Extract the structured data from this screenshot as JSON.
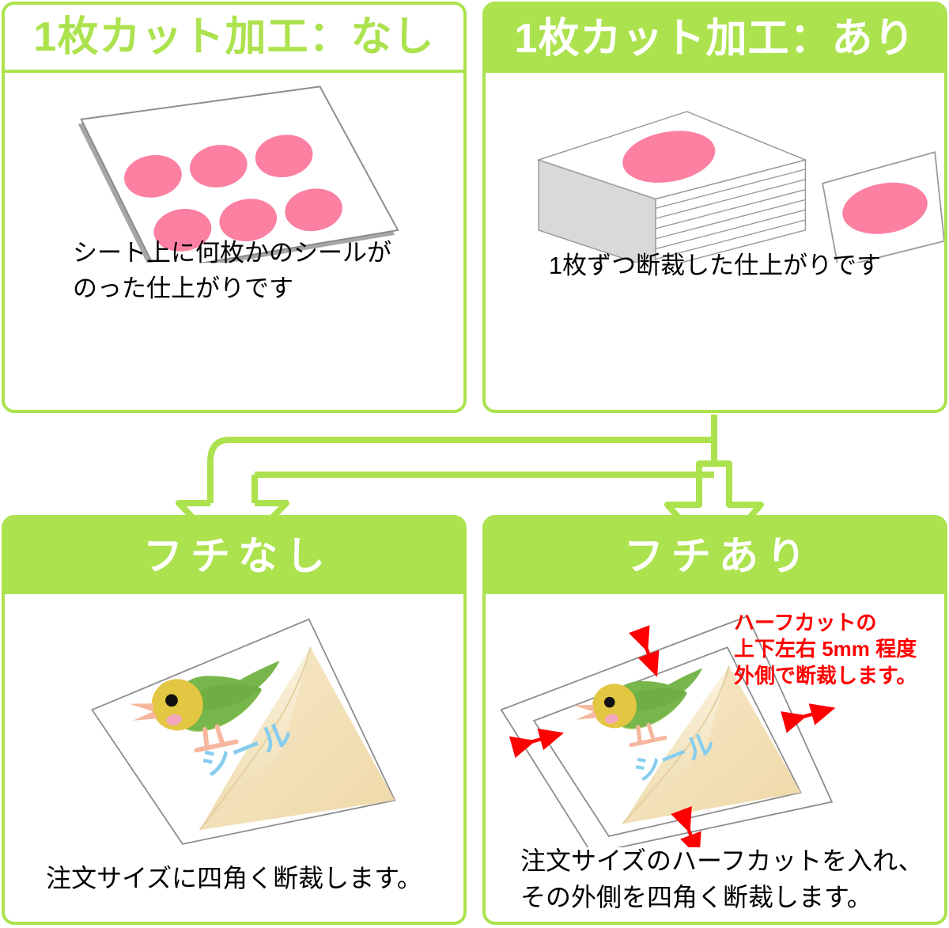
{
  "theme": {
    "green": "#ACE24E",
    "pink": "#FB80A2",
    "red": "#FF0000",
    "backing": "#F5E3BC",
    "sticker_blue": "#86CDEF",
    "bird_head": "#E3C642",
    "bird_body": "#8CC martins"
  },
  "panels": {
    "top_left": {
      "title": "1枚カット加工：なし",
      "caption": "シート上に何枚かのシールが\nのった仕上がりです",
      "illustration": "sheet-with-six-pink-oval-stickers"
    },
    "top_right": {
      "title": "1枚カット加工：あり",
      "caption": "1枚ずつ断裁した仕上がりです",
      "illustration": "stack-of-individually-cut-stickers-plus-single-sheet"
    },
    "bottom_left": {
      "title": "フチなし",
      "caption": "注文サイズに四角く断裁します。",
      "illustration": "bird-sticker-with-peeling-corner",
      "sticker_text": "シール"
    },
    "bottom_right": {
      "title": "フチあり",
      "caption": "注文サイズのハーフカットを入れ、\nその外側を四角く断裁します。",
      "illustration": "bird-sticker-with-half-cut-border-and-margin-arrows",
      "sticker_text": "シール",
      "annotation": "ハーフカットの\n上下左右 5mm 程度\n外側で断裁します。"
    }
  },
  "flow": {
    "from": "1枚カット加工：あり",
    "to": [
      "フチなし",
      "フチあり"
    ],
    "arrow_count": 2
  }
}
